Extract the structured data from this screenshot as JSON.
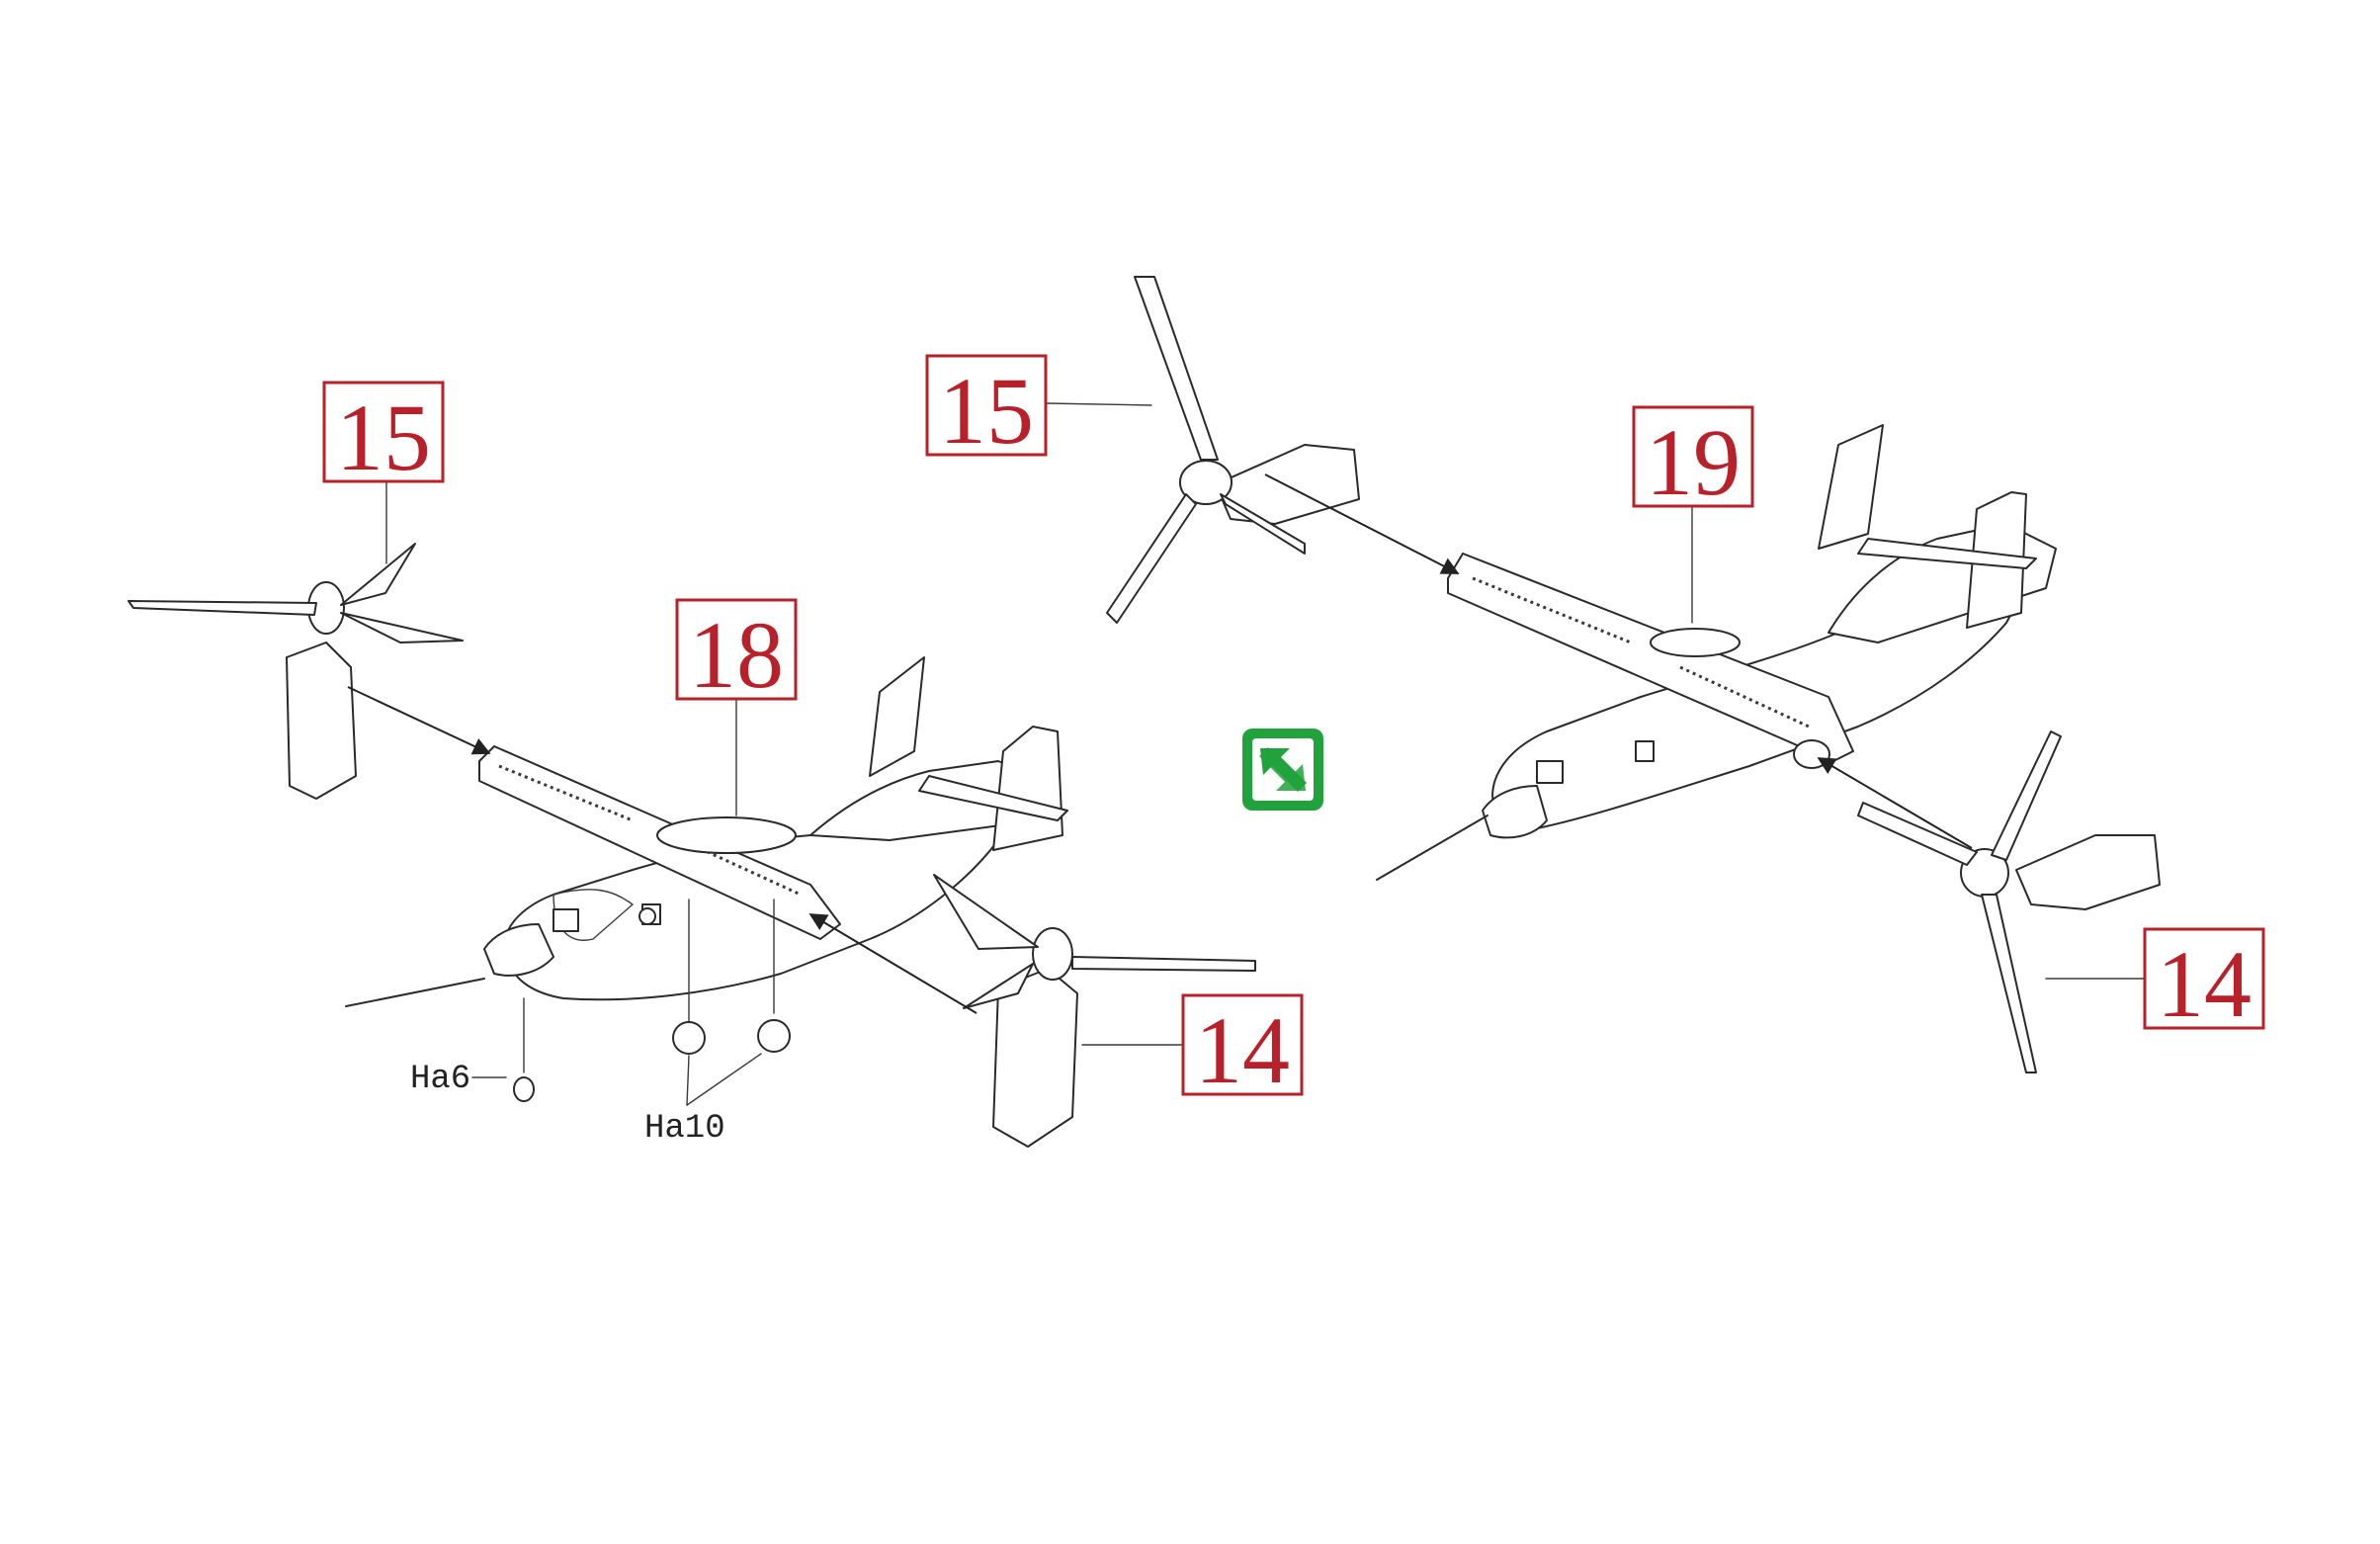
{
  "step_icon": {
    "name": "flip-arrows-icon",
    "color": "#22a23c"
  },
  "callouts_left": {
    "rotor_left": "15",
    "fuselage": "18",
    "rotor_right": "14"
  },
  "callouts_right": {
    "rotor_left": "15",
    "fuselage": "19",
    "rotor_right": "14"
  },
  "part_labels": {
    "nose_gear": "Ha6",
    "main_gear": "Ha10"
  },
  "colors": {
    "callout": "#b8202a",
    "line": "#2a2a2a"
  }
}
